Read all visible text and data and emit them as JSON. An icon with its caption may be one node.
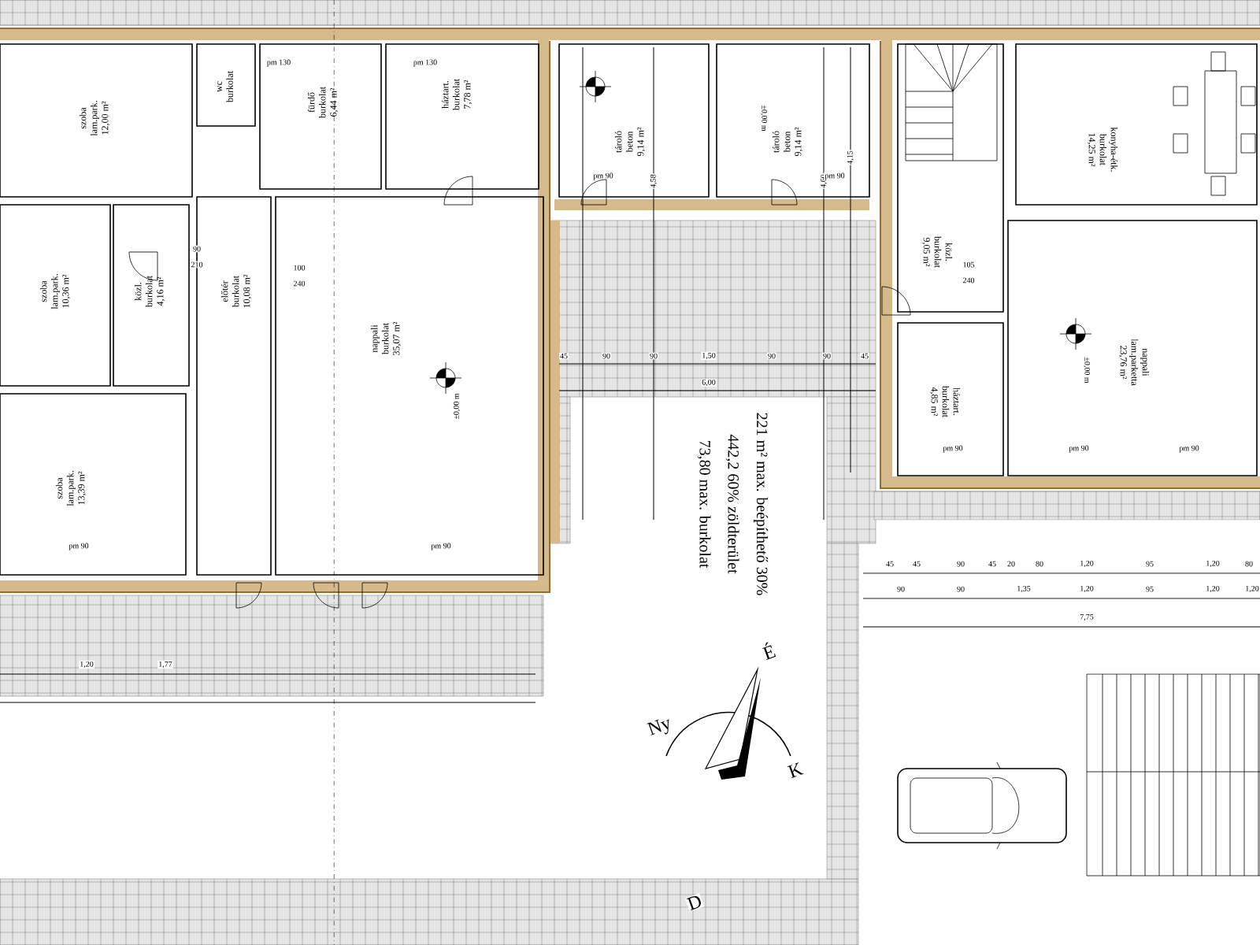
{
  "diagram": {
    "nodes": [
      {
        "text": [
          "szoba",
          "lam.park.",
          "12,00 m²"
        ]
      },
      {
        "text": [
          "wc",
          "burkolat"
        ]
      },
      {
        "text": [
          "fürdő",
          "burkolat",
          "6,44 m²"
        ]
      },
      {
        "text": [
          "háztart.",
          "burkolat",
          "7,78 m²"
        ]
      },
      {
        "text": [
          "szoba",
          "lam.park.",
          "10,36 m²"
        ]
      },
      {
        "text": [
          "közl.",
          "burkolat",
          "4,16 m²"
        ]
      },
      {
        "text": [
          "előtér",
          "burkolat",
          "10,08 m²"
        ]
      },
      {
        "text": [
          "nappali",
          "burkolat",
          "35,07 m²"
        ]
      },
      {
        "text": [
          "szoba",
          "lam.park.",
          "13,39 m²"
        ]
      },
      {
        "text": [
          "tároló",
          "beton",
          "9,14 m²"
        ]
      },
      {
        "text": [
          "tároló",
          "beton",
          "9,14 m²"
        ]
      },
      {
        "text": [
          "konyha-étk.",
          "burkolat",
          "14,25 m²"
        ]
      },
      {
        "text": [
          "közl.",
          "burkolat",
          "9,05 m²"
        ]
      },
      {
        "text": [
          "nappali",
          "lam.parketta",
          "23,76 m²"
        ]
      },
      {
        "text": [
          "háztart.",
          "burkolat",
          "4,85 m²"
        ]
      }
    ],
    "edges": [],
    "labels": [
      "pm 130",
      "pm 130",
      "90",
      "210",
      "100",
      "240",
      "±0,00 m",
      "pm 90",
      "pm 90",
      "±0,00 m",
      "4,58",
      "4,60",
      "4,15",
      "pm 90",
      "pm 90",
      "45",
      "90",
      "90",
      "1,50",
      "90",
      "90",
      "45",
      "6,00",
      "73,80 max. burkolat",
      "442,2 60% zöldterület",
      "221 m² max. beépíthető 30%",
      "105",
      "240",
      "±0,00 m",
      "pm 90",
      "pm 90",
      "pm 90",
      "45",
      "45",
      "90",
      "45",
      "20",
      "80",
      "1,20",
      "95",
      "1,20",
      "80",
      "90",
      "90",
      "1,35",
      "1,20",
      "95",
      "1,20",
      "1,20",
      "7,75",
      "1,20",
      "1,77",
      "É",
      "Ny",
      "K",
      "D"
    ]
  }
}
